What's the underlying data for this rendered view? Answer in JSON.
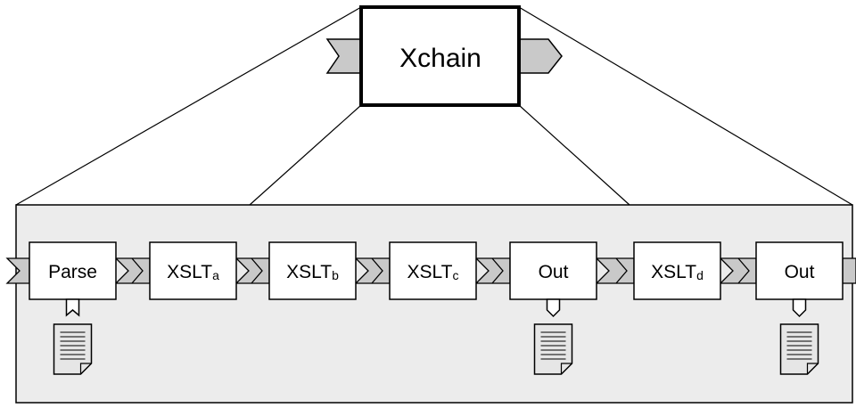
{
  "header": {
    "title": "Xchain"
  },
  "pipeline": {
    "stages": [
      {
        "name": "Parse",
        "sub": ""
      },
      {
        "name": "XSLT",
        "sub": "a"
      },
      {
        "name": "XSLT",
        "sub": "b"
      },
      {
        "name": "XSLT",
        "sub": "c"
      },
      {
        "name": "Out",
        "sub": ""
      },
      {
        "name": "XSLT",
        "sub": "d"
      },
      {
        "name": "Out",
        "sub": ""
      }
    ]
  },
  "colors": {
    "panel_fill": "#ececec",
    "arrow_fill": "#c9c9c9",
    "box_fill": "#ffffff",
    "stroke": "#000000"
  }
}
